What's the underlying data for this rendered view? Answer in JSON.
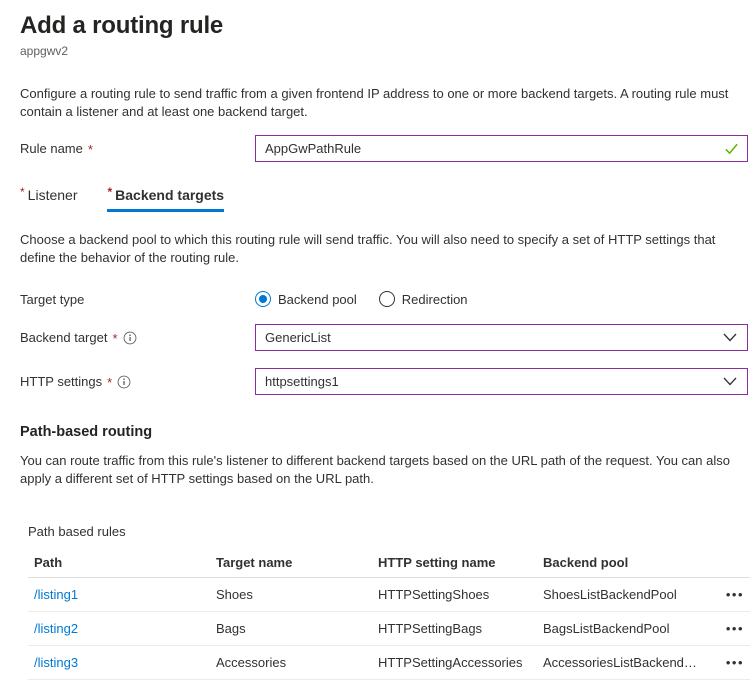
{
  "page": {
    "title": "Add a routing rule",
    "subtitle": "appgwv2",
    "intro": "Configure a routing rule to send traffic from a given frontend IP address to one or more backend targets. A routing rule must contain a listener and at least one backend target."
  },
  "rule_name": {
    "label": "Rule name",
    "required_marker": "*",
    "value": "AppGwPathRule",
    "validation": "valid"
  },
  "tabs": [
    {
      "label": "Listener",
      "required_marker": "*",
      "active": false
    },
    {
      "label": "Backend targets",
      "required_marker": "*",
      "active": true
    }
  ],
  "backend_section": {
    "description": "Choose a backend pool to which this routing rule will send traffic. You will also need to specify a set of HTTP settings that define the behavior of the routing rule.",
    "target_type": {
      "label": "Target type",
      "options": [
        {
          "label": "Backend pool",
          "selected": true
        },
        {
          "label": "Redirection",
          "selected": false
        }
      ]
    },
    "backend_target": {
      "label": "Backend target",
      "required_marker": "*",
      "value": "GenericList"
    },
    "http_settings": {
      "label": "HTTP settings",
      "required_marker": "*",
      "value": "httpsettings1"
    }
  },
  "path_routing": {
    "heading": "Path-based routing",
    "description": "You can route traffic from this rule's listener to different backend targets based on the URL path of the request. You can also apply a different set of HTTP settings based on the URL path.",
    "table_label": "Path based rules",
    "columns": [
      "Path",
      "Target name",
      "HTTP setting name",
      "Backend pool"
    ],
    "rows": [
      {
        "path": "/listing1",
        "target": "Shoes",
        "http_setting": "HTTPSettingShoes",
        "backend_pool": "ShoesListBackendPool"
      },
      {
        "path": "/listing2",
        "target": "Bags",
        "http_setting": "HTTPSettingBags",
        "backend_pool": "BagsListBackendPool"
      },
      {
        "path": "/listing3",
        "target": "Accessories",
        "http_setting": "HTTPSettingAccessories",
        "backend_pool": "AccessoriesListBackendP..."
      }
    ]
  },
  "icons": {
    "more_options_glyph": "•••"
  },
  "colors": {
    "accent_blue": "#0078d4",
    "dirty_field_purple": "#8a2da5",
    "valid_green": "#5db300",
    "required_red": "#a4262c",
    "link_blue": "#0078d4",
    "text_primary": "#323130",
    "text_secondary": "#605e5c"
  }
}
